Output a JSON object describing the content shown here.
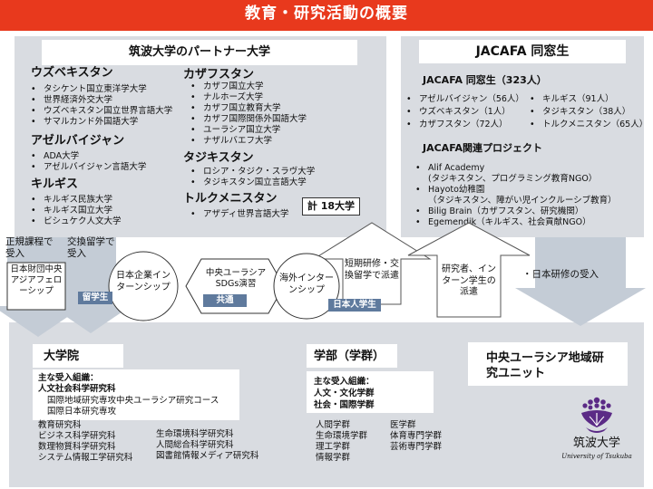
{
  "title": "教育・研究活動の概要",
  "partners": {
    "title": "筑波大学のパートナー大学",
    "total_label": "計 18大学",
    "groups": [
      {
        "country": "ウズベキスタン",
        "items": [
          "タシケント国立東洋学大学",
          "世界経済外交大学",
          "ウズベキスタン国立世界言語大学",
          "サマルカンド外国語大学"
        ]
      },
      {
        "country": "アゼルバイジャン",
        "items": [
          "ADA大学",
          "アゼルバイジャン言語大学"
        ]
      },
      {
        "country": "キルギス",
        "items": [
          "キルギス民族大学",
          "キルギス国立大学",
          "ビシュケク人文大学"
        ]
      },
      {
        "country": "カザフスタン",
        "items": [
          "カザフ国立大学",
          "ナルホーズ大学",
          "カザフ国立教育大学",
          "カザフ国際関係外国語大学",
          "ユーラシア国立大学",
          "ナザルバエフ大学"
        ]
      },
      {
        "country": "タジキスタン",
        "items": [
          "ロシア・タジク・スラヴ大学",
          "タジキスタン国立言語大学"
        ]
      },
      {
        "country": "トルクメニスタン",
        "items": [
          "アザディ世界言語大学"
        ]
      }
    ]
  },
  "jacafa": {
    "title": "JACAFA 同窓生",
    "alumni_heading": "JACAFA 同窓生（323人）",
    "alumni_left": [
      "アゼルバイジャン（56人）",
      "ウズベキスタン（1人）",
      "カザフスタン（72人）"
    ],
    "alumni_right": [
      "キルギス（91人）",
      "タジキスタン（38人）",
      "トルクメニスタン（65人）"
    ],
    "projects_heading": "JACAFA関連プロジェクト",
    "projects": [
      "Alif Academy",
      "(タジキスタン、プログラミング教育NGO）",
      "Hayoto幼稚園",
      "（タジキスタン、障がい児インクルーシブ教育）",
      "Bilig Brain（カザフスタン、研究機関）",
      "Egemendik（キルギス、社会貢献NGO）"
    ]
  },
  "flow": {
    "regular_label": "正規課程で受入",
    "exchange_label": "交換留学で受入",
    "fellowship": "日本財団中央アジアフェローシップ",
    "internship_jp": "日本企業インターンシップ",
    "foreign_student_tag": "留学生",
    "sdgs": "中央ユーラシアSDGs演習",
    "common_tag": "共通",
    "overseas_internship": "海外インターンシップ",
    "japanese_student_tag": "日本人学生",
    "short_term": "短期研修・交換留学で派遣",
    "researcher_dispatch": "研究者、インターン学生の派遣",
    "japan_training": "・日本研修の受入"
  },
  "graduate": {
    "title": "大学院",
    "org_heading": "主な受入組織：",
    "org_main": "人文社会科学研究科",
    "org_sub": [
      "国際地域研究専攻中央ユーラシア研究コース",
      "国際日本研究専攻"
    ],
    "col1": [
      "教育研究科",
      "ビジネス科学研究科",
      "数理物質科学研究科",
      "システム情報工学研究科"
    ],
    "col2": [
      "生命環境科学研究科",
      "人間総合科学研究科",
      "図書館情報メディア研究科"
    ]
  },
  "undergrad": {
    "title": "学部（学群）",
    "org_heading": "主な受入組織：",
    "org_items": [
      "人文・文化学群",
      "社会・国際学群"
    ],
    "col1": [
      "人間学群",
      "生命環境学群",
      "理工学群",
      "情報学群"
    ],
    "col2": [
      "医学群",
      "体育専門学群",
      "芸術専門学群"
    ]
  },
  "unit": {
    "title": "中央ユーラシア地域研究ユニット"
  },
  "logo": {
    "name_ja": "筑波大学",
    "name_en": "University of Tsukuba"
  },
  "colors": {
    "accent": "#e8391d",
    "panel": "#d9dce1",
    "tag": "#5f7a9d",
    "arrow": "#c4ccd6",
    "logo": "#5b2a86"
  }
}
